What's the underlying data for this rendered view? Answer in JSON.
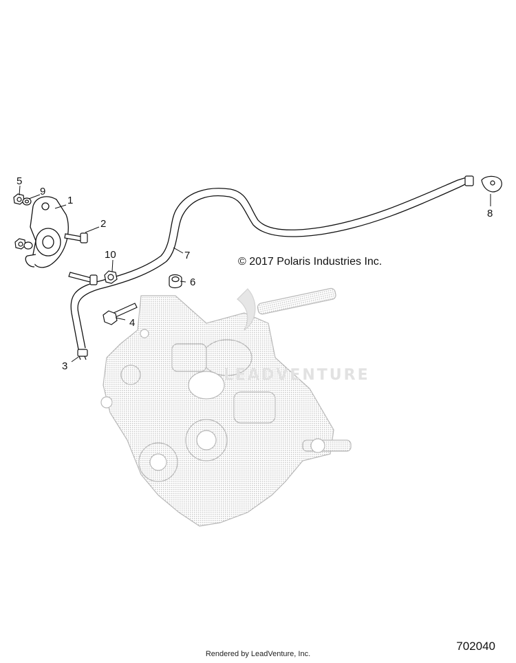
{
  "copyright": "© 2017 Polaris Industries Inc.",
  "diagram_id": "702040",
  "rendered_by": "Rendered by LeadVenture, Inc.",
  "watermark": "LEADVENTURE",
  "callouts": {
    "c1": "1",
    "c2": "2",
    "c3": "3",
    "c4": "4",
    "c5": "5",
    "c6": "6",
    "c7": "7",
    "c8": "8",
    "c9": "9",
    "c10": "10"
  },
  "colors": {
    "line": "#111111",
    "ghost": "#cfcfcf",
    "watermark": "#e2e2e2"
  }
}
